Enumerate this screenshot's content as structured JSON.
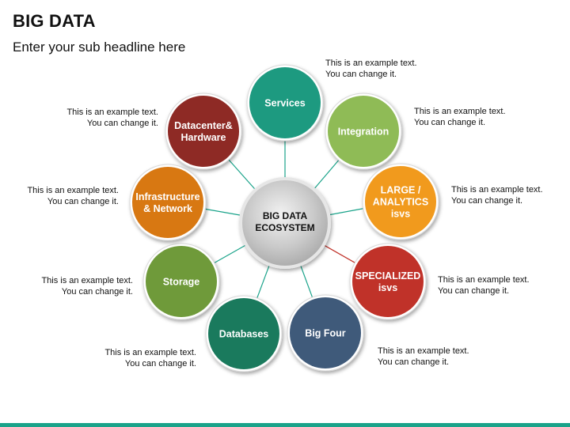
{
  "header": {
    "title": "BIG DATA",
    "subtitle": "Enter your sub headline here"
  },
  "hub": {
    "label_line1": "BIG DATA",
    "label_line2": "ECOSYSTEM"
  },
  "nodes": [
    {
      "id": "services",
      "lines": [
        "Services"
      ],
      "color": "#1d9a80"
    },
    {
      "id": "integration",
      "lines": [
        "Integration"
      ],
      "color": "#8fbb56"
    },
    {
      "id": "large-analytics",
      "lines": [
        "LARGE /",
        "ANALYTICS",
        "isvs"
      ],
      "color": "#f19a1d"
    },
    {
      "id": "specialized",
      "lines": [
        "SPECIALIZED",
        "isvs"
      ],
      "color": "#c03229"
    },
    {
      "id": "big-four",
      "lines": [
        "Big Four"
      ],
      "color": "#3f5a7a"
    },
    {
      "id": "databases",
      "lines": [
        "Databases"
      ],
      "color": "#1a7a5d"
    },
    {
      "id": "storage",
      "lines": [
        "Storage"
      ],
      "color": "#6f9a3a"
    },
    {
      "id": "infrastructure",
      "lines": [
        "Infrastructure",
        "& Network"
      ],
      "color": "#d87812"
    },
    {
      "id": "datacenter",
      "lines": [
        "Datacenter&",
        "Hardware"
      ],
      "color": "#8e2a25"
    }
  ],
  "notes": [
    {
      "id": "services",
      "line1": "This is an example text.",
      "line2": "You can change it."
    },
    {
      "id": "integration",
      "line1": "This is an example text.",
      "line2": "You can change it."
    },
    {
      "id": "large-analytics",
      "line1": "This is an example text.",
      "line2": "You can change it."
    },
    {
      "id": "specialized",
      "line1": "This is an example text.",
      "line2": "You can change it."
    },
    {
      "id": "big-four",
      "line1": "This is an example text.",
      "line2": "You can change it."
    },
    {
      "id": "databases",
      "line1": "This is an example text.",
      "line2": "You can change it."
    },
    {
      "id": "storage",
      "line1": "This is an example text.",
      "line2": "You can change it."
    },
    {
      "id": "infrastructure",
      "line1": "This is an example text.",
      "line2": "You can change it."
    },
    {
      "id": "datacenter",
      "line1": "This is an example text.",
      "line2": "You can change it."
    }
  ],
  "colors": {
    "hub_fill": "#c9c9c9",
    "connector": "#1aa38a",
    "footer_bar": "#1aa38a"
  }
}
